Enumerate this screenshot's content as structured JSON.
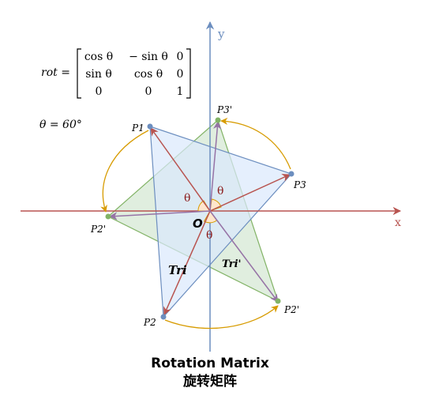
{
  "formula": {
    "lhs": "rot =",
    "matrix": [
      [
        "cos θ",
        "− sin θ",
        "0"
      ],
      [
        "sin θ",
        "cos θ",
        "0"
      ],
      [
        "0",
        "0",
        "1"
      ]
    ],
    "theta_eq": "θ = 60°"
  },
  "axes": {
    "x_label": "x",
    "y_label": "y",
    "origin_label": "O"
  },
  "points": {
    "P1": "P1",
    "P2": "P2",
    "P3": "P3",
    "P1_rot": "P2'",
    "P2_rot": "P2'",
    "P3_rot": "P3'"
  },
  "shapes": {
    "tri_label": "Tri",
    "tri_rot_label": "Tri'"
  },
  "angles": {
    "theta_1": "θ",
    "theta_2": "θ",
    "theta_3": "θ"
  },
  "caption": {
    "line1": "Rotation Matrix",
    "line2": "旋转矩阵"
  },
  "colors": {
    "x_axis": "#b85450",
    "y_axis": "#6c8ebf",
    "tri_fill": "#dae8fc",
    "tri_stroke": "#6c8ebf",
    "tri_rot_fill": "#d5e8d4",
    "tri_rot_stroke": "#82b366",
    "orig_vector": "#b85450",
    "rot_vector": "#9673a6",
    "arc": "#d79b00",
    "angle_fill": "#ffe6cc"
  }
}
